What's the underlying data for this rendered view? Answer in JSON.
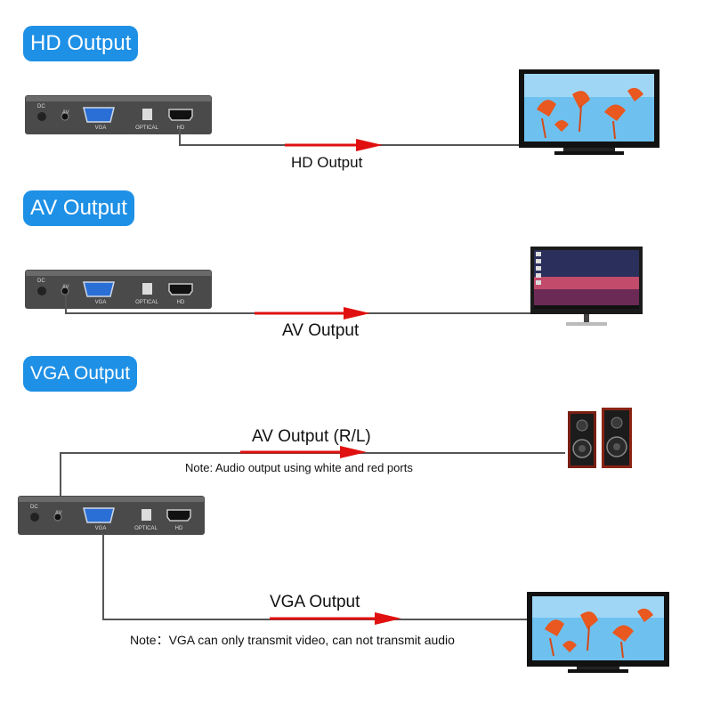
{
  "sections": [
    {
      "badge": "HD Output",
      "line_label": "HD Output",
      "ports": {
        "dc": "DC",
        "av": "AV",
        "vga": "VGA",
        "optical": "OPTICAL",
        "hd": "HD"
      }
    },
    {
      "badge": "AV Output",
      "line_label": "AV Output",
      "ports": {
        "dc": "DC",
        "av": "AV",
        "vga": "VGA",
        "optical": "OPTICAL",
        "hd": "HD"
      }
    },
    {
      "badge": "VGA Output",
      "audio_label": "AV Output (R/L)",
      "audio_note": "Note: Audio output using white and red ports",
      "line_label": "VGA Output",
      "video_note": "Note：VGA can only transmit video, can not transmit audio",
      "ports": {
        "dc": "DC",
        "av": "AV",
        "vga": "VGA",
        "optical": "OPTICAL",
        "hd": "HD"
      }
    }
  ],
  "colors": {
    "badge": "#1e90e6",
    "arrow": "#e01010",
    "wire": "#555555",
    "vga_port": "#2a6fd6"
  }
}
